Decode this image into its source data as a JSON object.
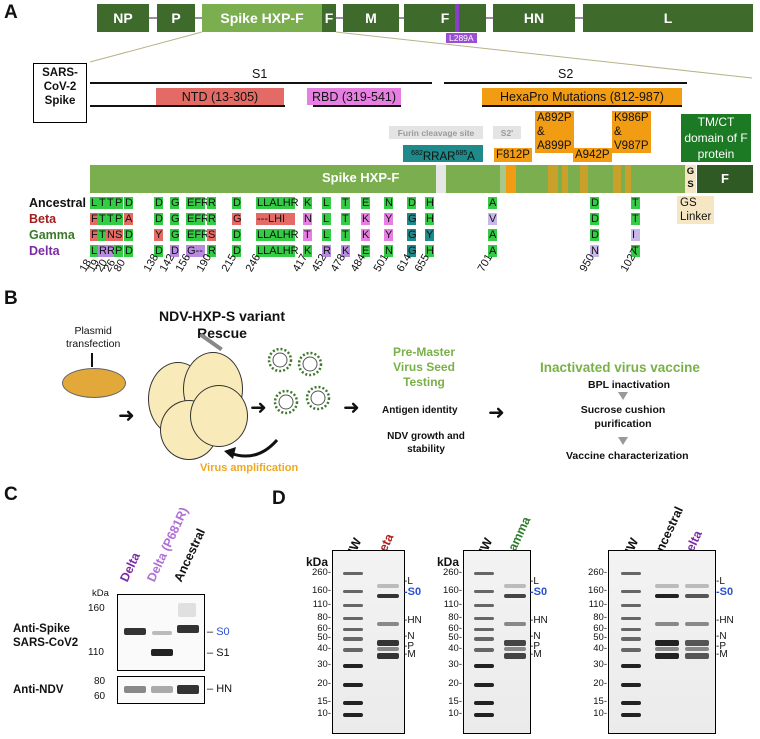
{
  "panelA": {
    "letter": "A",
    "genome_genes": [
      "NP",
      "P",
      "Spike HXP-F",
      "F",
      "M",
      "F",
      "HN",
      "L"
    ],
    "mutation_tag": "L289A",
    "spike_label": "SARS-\nCoV-2\nSpike",
    "s1": "S1",
    "s2": "S2",
    "ntd": "NTD (13-305)",
    "rbd": "RBD (319-541)",
    "hexapro": "HexaPro Mutations (812-987)",
    "furin": "Furin cleavage site",
    "s2prime": "S2'",
    "rrar": "682RRAR685A",
    "rrar_pre": "682",
    "rrar_mid": "RRAR",
    "rrar_sup": "685",
    "rrar_post": "A",
    "hexapro_muts": [
      "F812P",
      "A892P\n&\nA899P",
      "A942P",
      "K986P\n&\nV987P"
    ],
    "tm_ct": "TM/CT\ndomain of F\nprotein",
    "construct_label": "Spike HXP-F",
    "gs": "G\nS",
    "f_end": "F",
    "gs_linker": "GS\nLinker",
    "variants": [
      "Ancestral",
      "Beta",
      "Gamma",
      "Delta"
    ],
    "variant_colors": [
      "#111111",
      "#a21e1e",
      "#3b7a2a",
      "#7a2aa5"
    ],
    "positions": [
      "18",
      "19",
      "20",
      "26",
      "80",
      "138",
      "142",
      "156",
      "190",
      "215",
      "246",
      "417",
      "452",
      "478",
      "484",
      "501",
      "614",
      "655",
      "701",
      "950",
      "1027"
    ],
    "rows": {
      "Ancestral": [
        "L",
        "T",
        "T",
        "P",
        "D",
        "D",
        "G",
        "EFR",
        "R",
        "D",
        "LLALHR",
        "K",
        "L",
        "T",
        "E",
        "N",
        "D",
        "H",
        "A",
        "D",
        "T"
      ],
      "Beta": [
        "F",
        "T",
        "T",
        "P",
        "A",
        "D",
        "G",
        "EFR",
        "R",
        "G",
        "---LHI",
        "N",
        "L",
        "T",
        "K",
        "Y",
        "G",
        "H",
        "V",
        "D",
        "T"
      ],
      "Gamma": [
        "F",
        "T",
        "N",
        "S",
        "D",
        "Y",
        "G",
        "EFR",
        "S",
        "D",
        "LLALHR",
        "T",
        "L",
        "T",
        "K",
        "Y",
        "G",
        "Y",
        "A",
        "D",
        "I"
      ],
      "Delta": [
        "L",
        "R",
        "R",
        "P",
        "D",
        "D",
        "D",
        "G--",
        "R",
        "D",
        "LLALHR",
        "K",
        "R",
        "K",
        "E",
        "N",
        "G",
        "H",
        "A",
        "N",
        "T"
      ]
    }
  },
  "panelB": {
    "letter": "B",
    "title": "NDV-HXP-S variant\nRescue",
    "plasmid": "Plasmid\ntransfection",
    "amplification": "Virus amplification",
    "premaster": "Pre-Master\nVirus Seed\nTesting",
    "antigen": "Antigen identity",
    "ndv_growth": "NDV growth and\nstability",
    "inactivated": "Inactivated virus vaccine",
    "bpl": "BPL inactivation",
    "sucrose": "Sucrose cushion\npurification",
    "characterization": "Vaccine characterization"
  },
  "panelC": {
    "letter": "C",
    "lanes": [
      "Delta",
      "Delta (P681R)",
      "Ancestral"
    ],
    "lane_colors": [
      "#7a2aa5",
      "#b06fd6",
      "#111111"
    ],
    "anti_spike": "Anti-Spike\nSARS-CoV2",
    "anti_ndv": "Anti-NDV",
    "kda": "kDa",
    "markers_top": [
      "160",
      "110"
    ],
    "markers_bottom": [
      "80",
      "60"
    ],
    "s0": "S0",
    "s1": "S1",
    "hn": "HN"
  },
  "panelD": {
    "letter": "D",
    "kda": "kDa",
    "gels": [
      {
        "lanes": [
          "MW",
          "Beta"
        ],
        "lane_colors": [
          "#111111",
          "#b01e1e"
        ]
      },
      {
        "lanes": [
          "MW",
          "Gamma"
        ],
        "lane_colors": [
          "#111111",
          "#2e7d2a"
        ]
      },
      {
        "lanes": [
          "MW",
          "Ancestral",
          "Delta"
        ],
        "lane_colors": [
          "#111111",
          "#111111",
          "#7a2aa5"
        ]
      }
    ],
    "markers": [
      "260-",
      "160-",
      "110-",
      "80-",
      "60-",
      "50-",
      "40-",
      "30-",
      "20-",
      "15-",
      "10-"
    ],
    "right_labels": [
      "-L",
      "-S0",
      "-HN",
      "-N",
      "-P",
      "-M"
    ],
    "s0_color": "#2a4fcf"
  }
}
